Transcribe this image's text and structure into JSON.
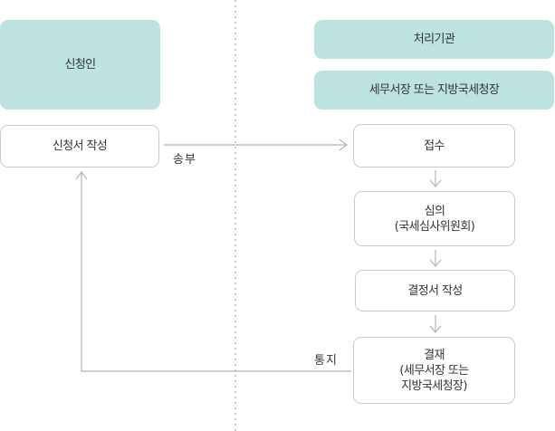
{
  "applicant": {
    "header": "신청인",
    "step": "신청서 작성"
  },
  "agency": {
    "header": "처리기관",
    "subheader": "세무서장 또는 지방국세청장",
    "steps": {
      "receipt": "접수",
      "review": "심의",
      "review_sub": "(국세심사위원회)",
      "decision_doc": "결정서 작성",
      "approval": "결재",
      "approval_sub1": "(세무서장 또는",
      "approval_sub2": "지방국세청장)"
    }
  },
  "flow_labels": {
    "send": "송부",
    "notify": "통지"
  },
  "colors": {
    "header_fill": "#bce3df",
    "box_border": "#c9c9c9",
    "line": "#b3b3b3",
    "divider": "#aaaaaa"
  }
}
